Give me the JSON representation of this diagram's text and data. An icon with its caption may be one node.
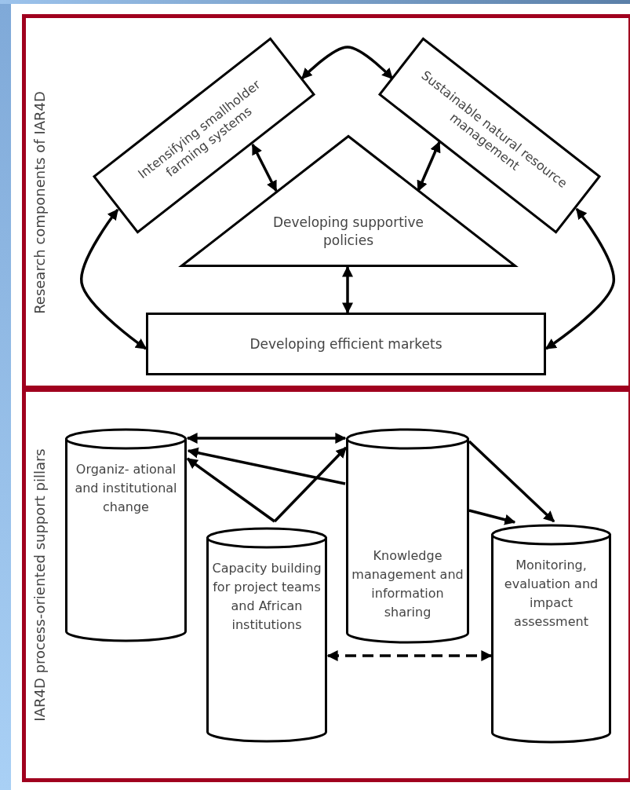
{
  "diagram": {
    "nodes": [
      {
        "text": [
          "Research components of IAR4D"
        ]
      },
      {
        "text": [
          "Intensifying smallholder farming systems"
        ],
        "in": 0
      },
      {
        "text": [
          "Sustainable natural resource management"
        ],
        "in": 0
      },
      {
        "text": [
          "Developing supportive policies"
        ],
        "in": 0
      },
      {
        "text": [
          "Developing efficient markets"
        ],
        "in": 0
      },
      {
        "text": [
          "IAR4D process-oriented support pillars"
        ]
      },
      {
        "text": [
          "Organiz- ational and institutional change"
        ],
        "in": 5
      },
      {
        "text": [
          "Capacity building for project teams and African institutions"
        ],
        "in": 5
      },
      {
        "text": [
          "Knowledge management and information sharing"
        ],
        "in": 5
      },
      {
        "text": [
          "Monitoring, evaluation and impact assessment"
        ],
        "in": 5
      }
    ],
    "edges": [
      {
        "from": 1,
        "to": 2,
        "arrow": "both"
      },
      {
        "from": 1,
        "to": 3,
        "arrow": "both"
      },
      {
        "from": 2,
        "to": 3,
        "arrow": "both"
      },
      {
        "from": 3,
        "to": 4,
        "arrow": "both"
      },
      {
        "from": 1,
        "to": 4,
        "arrow": "both"
      },
      {
        "from": 2,
        "to": 4,
        "arrow": "both"
      },
      {
        "from": 6,
        "to": 8,
        "arrow": "both"
      },
      {
        "from": 8,
        "to": 6,
        "arrow": "to"
      },
      {
        "from": 7,
        "to": 6,
        "arrow": "to"
      },
      {
        "from": 7,
        "to": 8,
        "arrow": "to"
      },
      {
        "from": 8,
        "to": 9,
        "arrow": "to"
      },
      {
        "from": 8,
        "to": 9,
        "arrow": "to"
      },
      {
        "from": 7,
        "to": 9,
        "arrow": "both",
        "style": "dashed"
      }
    ]
  }
}
